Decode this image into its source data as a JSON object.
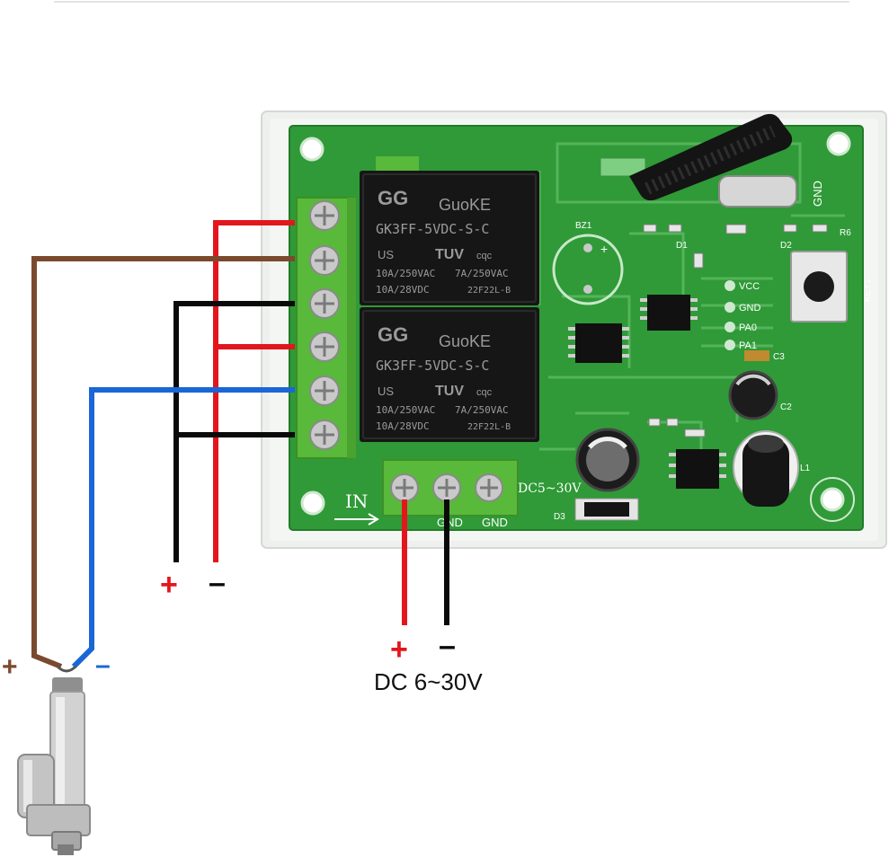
{
  "colors": {
    "wire_red": "#e3161d",
    "wire_black": "#0a0a0a",
    "wire_brown": "#7b4a2e",
    "wire_blue": "#1a66d6",
    "pcb_green": "#2f9a37",
    "terminal_green": "#58b93a",
    "relay_black": "#161616",
    "case_white": "#eef0ee"
  },
  "relays": [
    {
      "brand": "GuoKE",
      "model": "GK3FF-5VDC-S-C",
      "rating_ac_1": "10A/250VAC",
      "rating_ac_2": "7A/250VAC",
      "rating_dc": "10A/28VDC",
      "code": "22F22L-B",
      "cert": "TUV",
      "cert2": "cqc",
      "ul": "US"
    },
    {
      "brand": "GuoKE",
      "model": "GK3FF-5VDC-S-C",
      "rating_ac_1": "10A/250VAC",
      "rating_ac_2": "7A/250VAC",
      "rating_dc": "10A/28VDC",
      "code": "22F22L-B",
      "cert": "TUV",
      "cert2": "cqc",
      "ul": "US"
    }
  ],
  "board_labels": {
    "in": "IN",
    "power_label": "DC5~30V",
    "gnd1": "GND",
    "gnd2": "GND",
    "gnd_top": "GND",
    "key": "KEY1",
    "vcc": "VCC",
    "gnd_side": "GND",
    "pa0": "PA0",
    "pa1": "PA1",
    "bz": "BZ1",
    "c3": "C3",
    "c2": "C2",
    "l1": "L1",
    "d1": "D1",
    "d2": "D2",
    "d3": "D3",
    "r6": "R6"
  },
  "annotations": {
    "relay_out_plus": "+",
    "relay_out_minus": "–",
    "supply_plus": "+",
    "supply_minus": "–",
    "supply_voltage": "DC 6~30V",
    "actuator_plus": "+",
    "actuator_minus": "–"
  }
}
